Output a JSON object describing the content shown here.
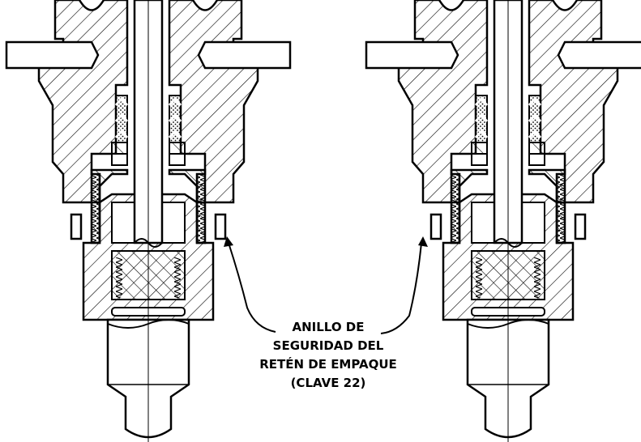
{
  "callout": {
    "lines": [
      "ANILLO DE",
      "SEGURIDAD DEL",
      "RETÉN DE EMPAQUE",
      "(CLAVE 22)"
    ]
  },
  "colors": {
    "stroke": "#000000",
    "background": "#ffffff"
  }
}
